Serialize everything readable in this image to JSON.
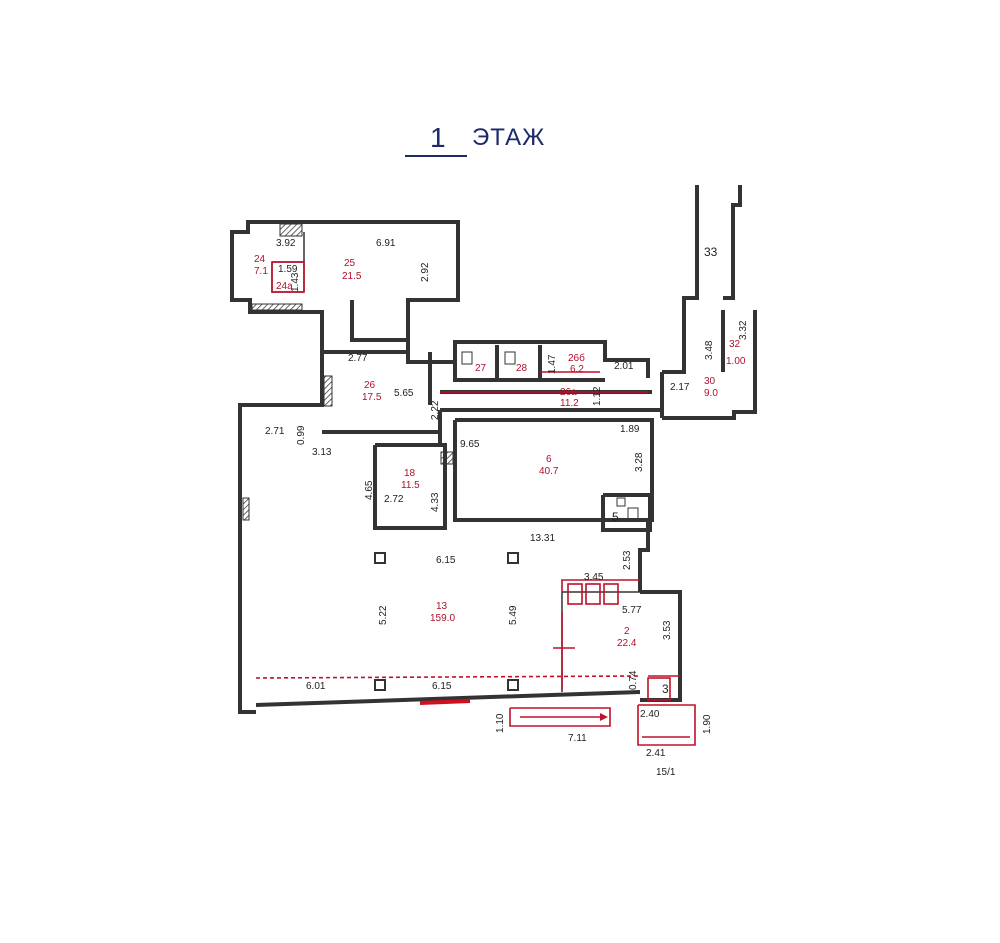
{
  "title": {
    "number": "1",
    "word": "ЭТАЖ"
  },
  "colors": {
    "wall": "#333333",
    "label_red": "#b0102a",
    "title_blue": "#1a2a6b"
  },
  "rooms": [
    {
      "id": "24",
      "area": "7.1"
    },
    {
      "id": "24а",
      "area": ""
    },
    {
      "id": "25",
      "area": "21.5"
    },
    {
      "id": "26",
      "area": "17.5"
    },
    {
      "id": "27",
      "area": ""
    },
    {
      "id": "28",
      "area": ""
    },
    {
      "id": "26б",
      "area": "6.2"
    },
    {
      "id": "26а",
      "area": "11.2"
    },
    {
      "id": "30",
      "area": "9.0"
    },
    {
      "id": "32",
      "area": ""
    },
    {
      "id": "33",
      "area": ""
    },
    {
      "id": "18",
      "area": "11.5"
    },
    {
      "id": "6",
      "area": "40.7"
    },
    {
      "id": "5",
      "area": ""
    },
    {
      "id": "13",
      "area": "159.0"
    },
    {
      "id": "2",
      "area": "22.4"
    },
    {
      "id": "3",
      "area": ""
    },
    {
      "id": "15/1",
      "area": ""
    }
  ],
  "dimensions": [
    "3.92",
    "6.91",
    "1.59",
    "1.43",
    "2.92",
    "2.77",
    "5.65",
    "2.22",
    "1.47",
    "2.01",
    "1.12",
    "3.48",
    "3.32",
    "1.00",
    "2.17",
    "2.71",
    "0.99",
    "3.13",
    "4.65",
    "2.72",
    "4.33",
    "9.65",
    "1.89",
    "3.28",
    "13.31",
    "6.15",
    "5.22",
    "5.49",
    "2.53",
    "3.45",
    "5.77",
    "3.53",
    "6.01",
    "6.15",
    "0.74",
    "1.10",
    "7.11",
    "2.40",
    "2.41",
    "1.90"
  ]
}
